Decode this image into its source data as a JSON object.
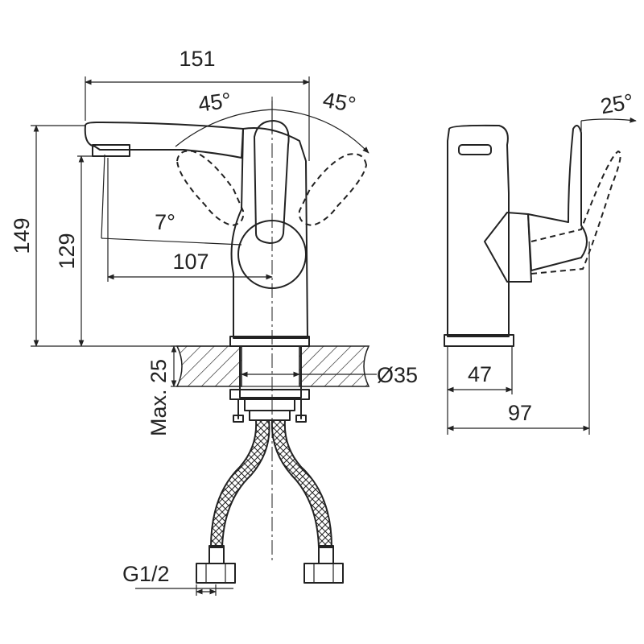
{
  "dimensions": {
    "overall_length": "151",
    "left_angle": "45°",
    "right_angle": "45°",
    "spout_tilt_angle": "7°",
    "spout_reach": "107",
    "overall_height": "149",
    "spout_height": "129",
    "max_deck_thickness": "Max. 25",
    "mounting_hole_diameter": "Ø35",
    "side_handle_angle": "25°",
    "base_depth": "47",
    "overall_depth": "97",
    "thread_size": "G1/2"
  }
}
